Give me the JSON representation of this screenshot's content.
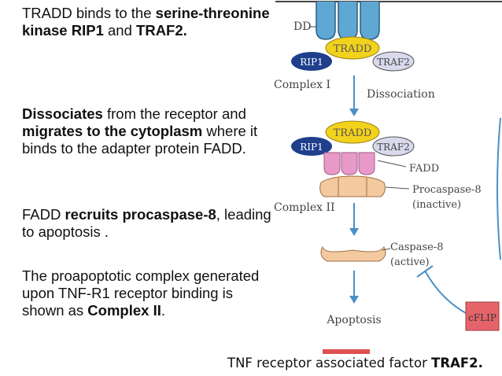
{
  "text": {
    "p1": {
      "t1": "TRADD binds to the ",
      "b1": "serine-threonine kinase RIP1",
      "t2": " and ",
      "b2": "TRAF2."
    },
    "p2": {
      "b1": "Dissociates",
      "t1": " from the receptor and ",
      "b2": "migrates to the cytoplasm",
      "t2": " where it binds to the adapter protein FADD."
    },
    "p3": {
      "t1": " FADD ",
      "b1": "recruits procaspase-8",
      "t2": ", leading to apoptosis ."
    },
    "p4": {
      "t1": "The proapoptotic complex generated upon TNF-R1 receptor binding is shown as ",
      "b1": "Complex II",
      "t2": "."
    }
  },
  "diagram": {
    "dd": "DD",
    "tradd": "TRADD",
    "rip1": "RIP1",
    "traf2": "TRAF2",
    "complex1": "Complex I",
    "dissociation": "Dissociation",
    "fadd": "FADD",
    "procaspase8": "Procaspase-8",
    "inactive": "(inactive)",
    "complex2": "Complex II",
    "caspase8": "Caspase-8",
    "active": "(active)",
    "apoptosis": "Apoptosis",
    "cflip": "cFLIP"
  },
  "caption": {
    "t1": "TNF receptor associated factor ",
    "b1": "TRAF2."
  },
  "colors": {
    "receptor_blue": "#5fa8d3",
    "tradd_yellow": "#f2d21b",
    "rip1_navy": "#1f3f8c",
    "traf2_lavender": "#d9d9ee",
    "fadd_pink": "#e79ac8",
    "procaspase_orange": "#f3c9a0",
    "arrow_blue": "#4a90c8",
    "cflip_red": "#e5646a"
  }
}
